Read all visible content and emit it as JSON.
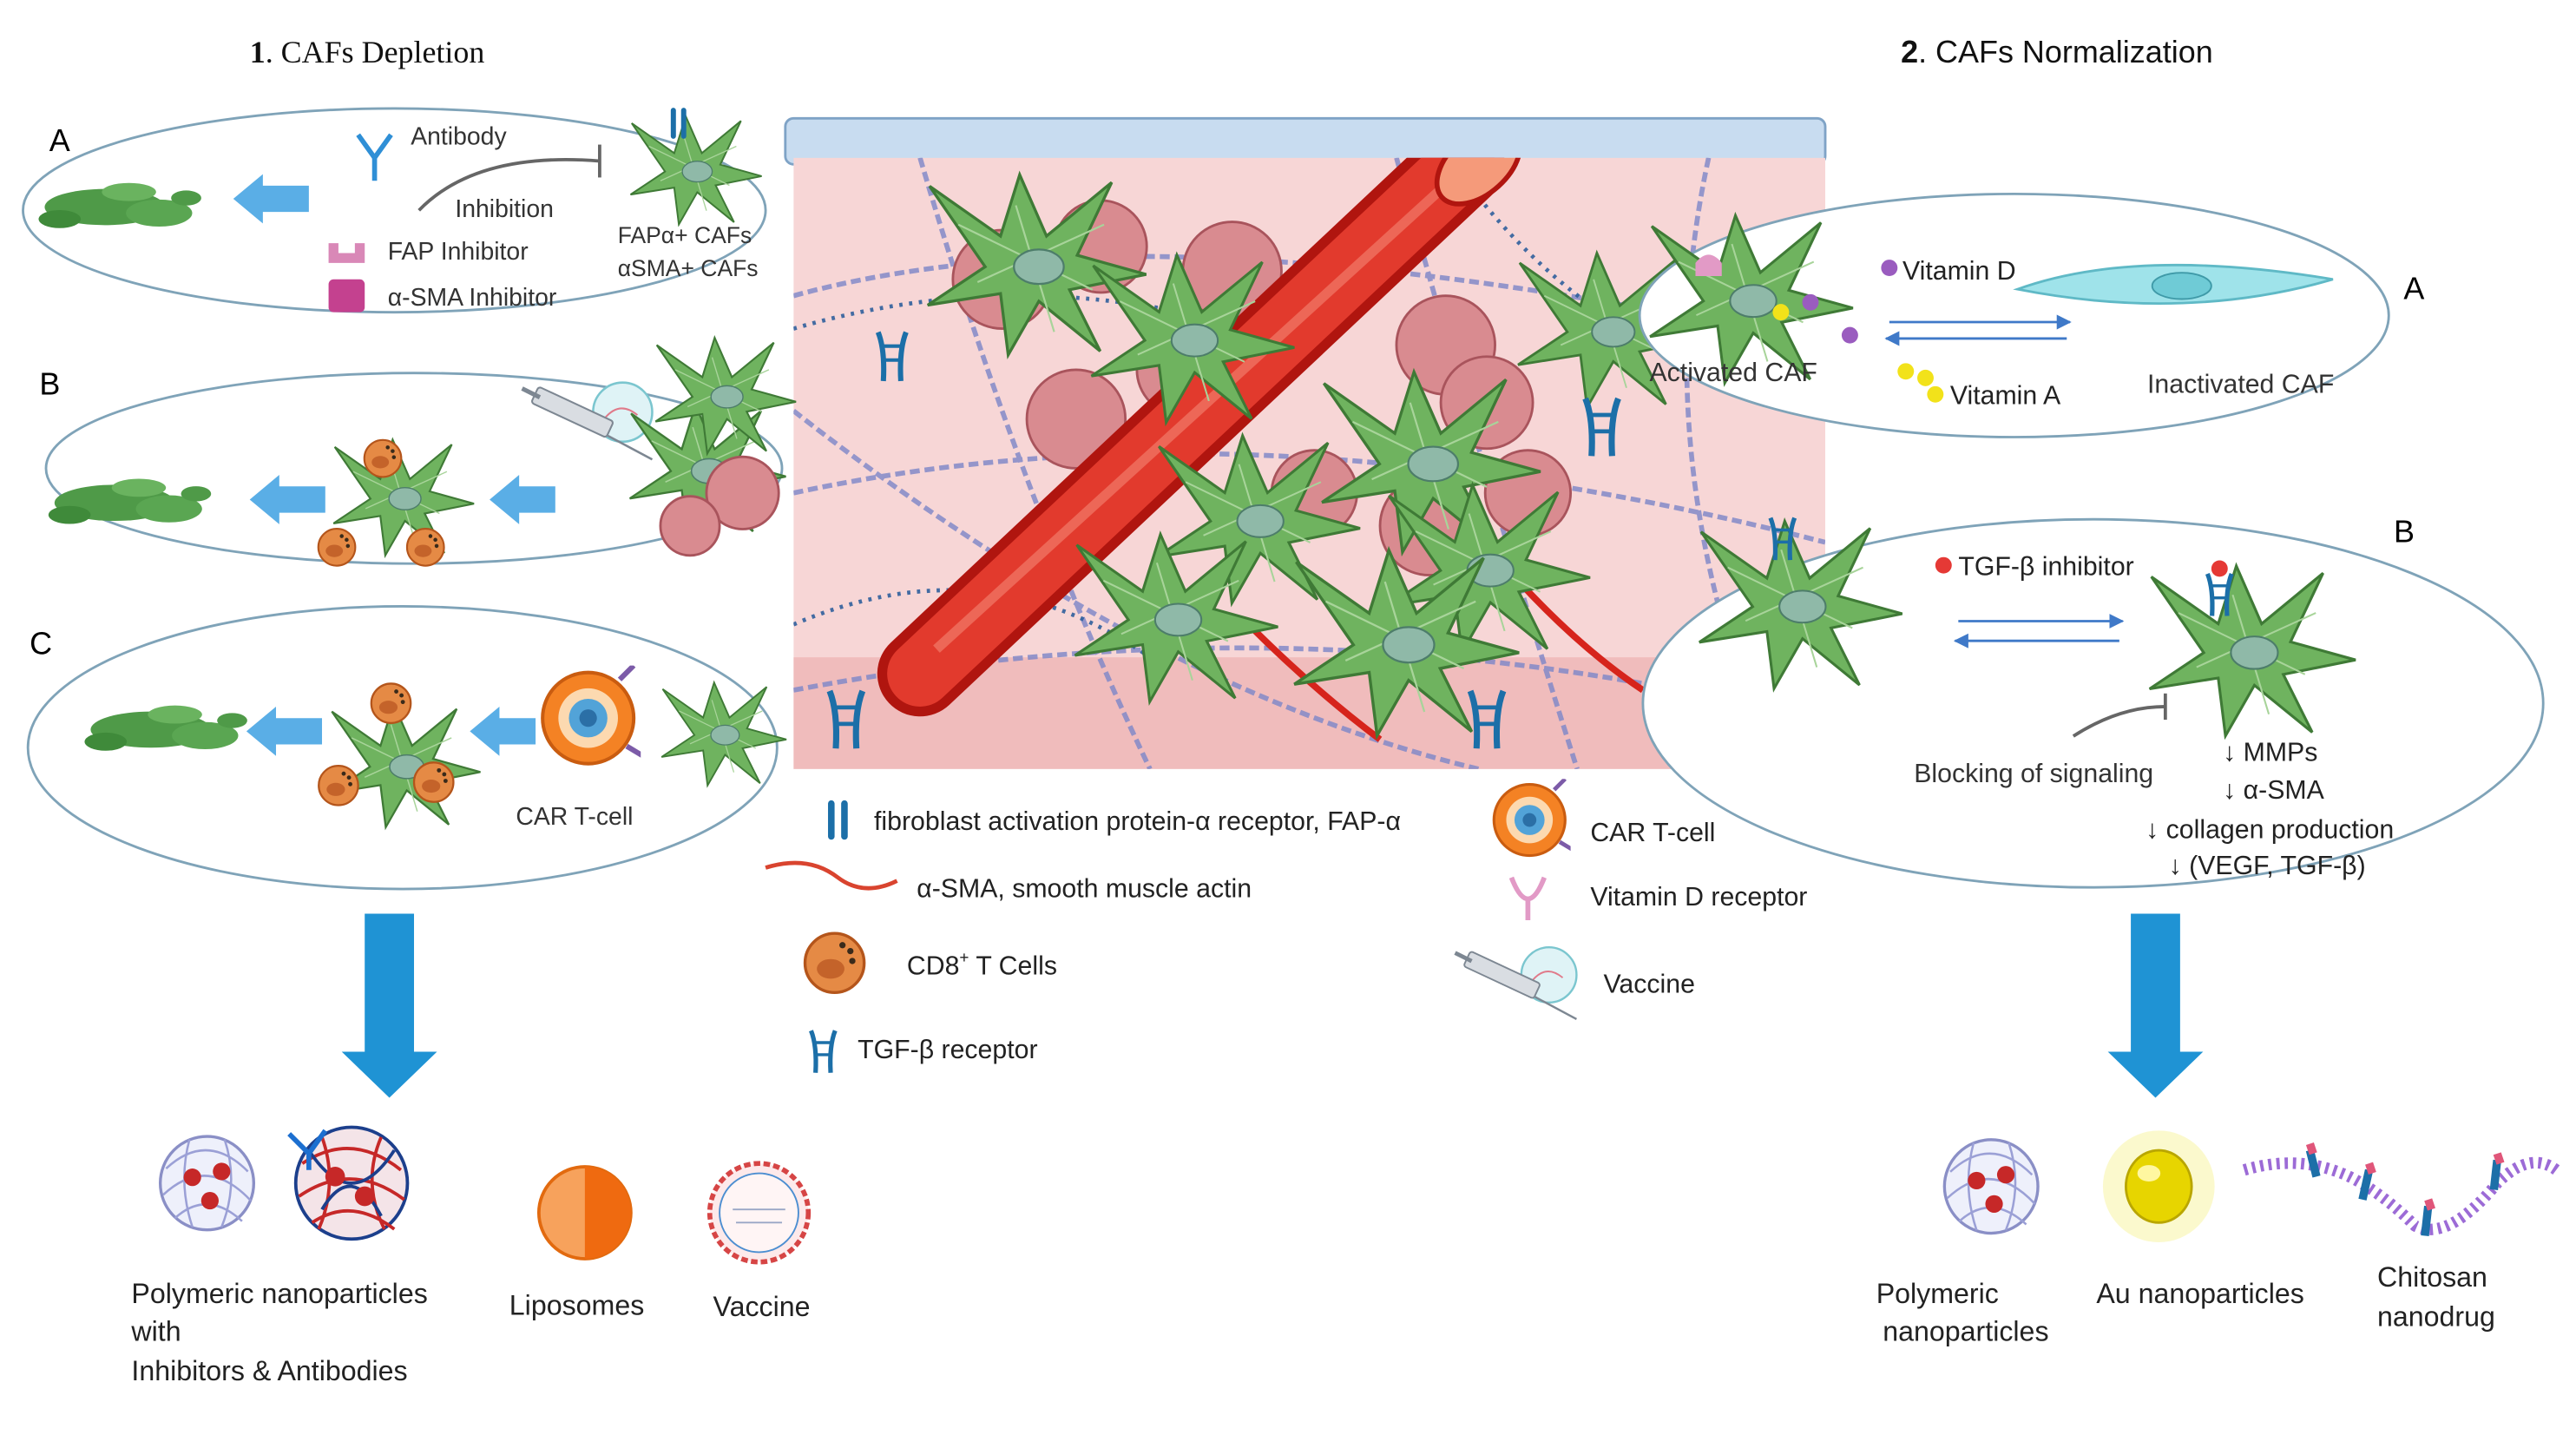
{
  "colors": {
    "accent_blue": "#2f8fd6",
    "caf_green": "#5fa55a",
    "tumor_pink": "#c9767c",
    "vessel_red": "#d6241c",
    "car_orange": "#f27a1a",
    "ellipse_stroke": "#7fa3b8"
  },
  "depletion": {
    "number": "1",
    "title": ". CAFs Depletion",
    "panel_a": {
      "letter": "A",
      "antibody": "Antibody",
      "inhibition": "Inhibition",
      "fap_inhibitor": "FAP Inhibitor",
      "asma_inhibitor": "α-SMA Inhibitor",
      "fap_cafs": "FAPα+ CAFs",
      "sma_cafs": "αSMA+ CAFs"
    },
    "panel_b": {
      "letter": "B"
    },
    "panel_c": {
      "letter": "C",
      "car_t": "CAR T-cell"
    },
    "nanos": {
      "polymeric_line1": "Polymeric nanoparticles",
      "polymeric_line2": "with",
      "polymeric_line3": "Inhibitors & Antibodies",
      "liposomes": "Liposomes",
      "vaccine": "Vaccine"
    }
  },
  "normalization": {
    "number": "2",
    "title": ". CAFs Normalization",
    "panel_a": {
      "letter": "A",
      "vitamin_d": "Vitamin D",
      "vitamin_a": "Vitamin A",
      "activated": "Activated CAF",
      "inactivated": "Inactivated CAF"
    },
    "panel_b": {
      "letter": "B",
      "tgf_inhibitor": "TGF-β inhibitor",
      "blocking": "Blocking of signaling",
      "effect1": "↓ MMPs",
      "effect2": "↓ α-SMA",
      "effect3": "↓ collagen production",
      "effect4": "↓ (VEGF, TGF-β)"
    },
    "nanos": {
      "polymeric_line1": "Polymeric",
      "polymeric_line2": "nanoparticles",
      "au": "Au nanoparticles",
      "chitosan_line1": "Chitosan",
      "chitosan_line2": "nanodrug"
    }
  },
  "legend": {
    "fap": "fibroblast activation protein-α receptor, FAP-α",
    "sma": "α-SMA, smooth muscle actin",
    "cd8_prefix": "CD8",
    "cd8_sup": "+",
    "cd8_suffix": " T Cells",
    "tgf": "TGF-β receptor",
    "car": "CAR T-cell",
    "vitd": "Vitamin D receptor",
    "vaccine": "Vaccine"
  }
}
